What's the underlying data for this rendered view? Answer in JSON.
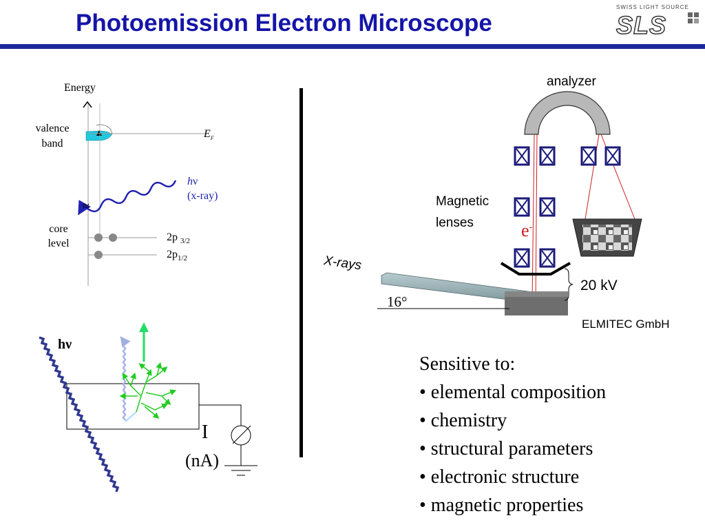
{
  "title": "Photoemission Electron Microscope",
  "logo": {
    "caption": "SWISS LIGHT SOURCE",
    "mark": "SLS"
  },
  "energy_diagram": {
    "axis_label": "Energy",
    "valence_band": "valence band",
    "fermi_label": "E",
    "fermi_sub": "F",
    "photon_h": "h",
    "photon_nu": "ν",
    "photon_note": "(x-ray)",
    "approx_symbol": "≈",
    "core_level": "core level",
    "level_2p32_main": "2p",
    "level_2p32_sub": "3/2",
    "level_2p12_main": "2p",
    "level_2p12_sub": "1/2"
  },
  "sample_diagram": {
    "photon_label": "hν",
    "current_symbol": "I",
    "current_unit": "(nA)"
  },
  "peem": {
    "analyzer": "analyzer",
    "magnetic_lenses_line1": "Magnetic",
    "magnetic_lenses_line2": "lenses",
    "electron_symbol": "e",
    "electron_charge": "-",
    "xrays": "X-rays",
    "voltage": "20 kV",
    "angle": "16°",
    "manufacturer": "ELMITEC GmbH"
  },
  "sensitivity": {
    "heading": "Sensitive to:",
    "items": [
      "• elemental composition",
      "• chemistry",
      "• structural parameters",
      "• electronic structure",
      "• magnetic properties"
    ]
  },
  "colors": {
    "title": "#1515a8",
    "rule": "#1a2a9c",
    "photon_wave": "#2020b0",
    "valence_fill": "#20c8e0",
    "electron_tree": "#22cc22",
    "beam": "#cc2020",
    "analyzer": "#b8b8b8",
    "sample": "#8fa8ac"
  }
}
